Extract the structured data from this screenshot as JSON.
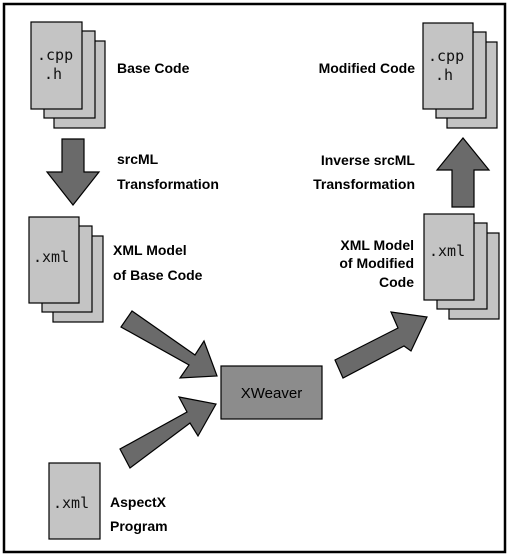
{
  "base_code": {
    "file_ext_line1": ".cpp",
    "file_ext_line2": ".h",
    "label": "Base Code"
  },
  "modified_code": {
    "file_ext_line1": ".cpp",
    "file_ext_line2": ".h",
    "label": "Modified Code"
  },
  "srcml_transformation": {
    "line1": "srcML",
    "line2": "Transformation"
  },
  "inverse_transformation": {
    "line1": "Inverse srcML",
    "line2": "Transformation"
  },
  "xml_base": {
    "file_ext": ".xml",
    "line1": "XML Model",
    "line2": "of Base Code"
  },
  "xml_modified": {
    "file_ext": ".xml",
    "line1": "XML Model",
    "line2": "of Modified",
    "line3": "Code"
  },
  "xweaver": {
    "label": "XWeaver"
  },
  "aspectx": {
    "file_ext": ".xml",
    "line1": "AspectX",
    "line2": "Program"
  },
  "colors": {
    "document": "#c4c4c4",
    "arrow": "#6a6a6a",
    "box": "#8c8c8c",
    "border": "#000000"
  }
}
